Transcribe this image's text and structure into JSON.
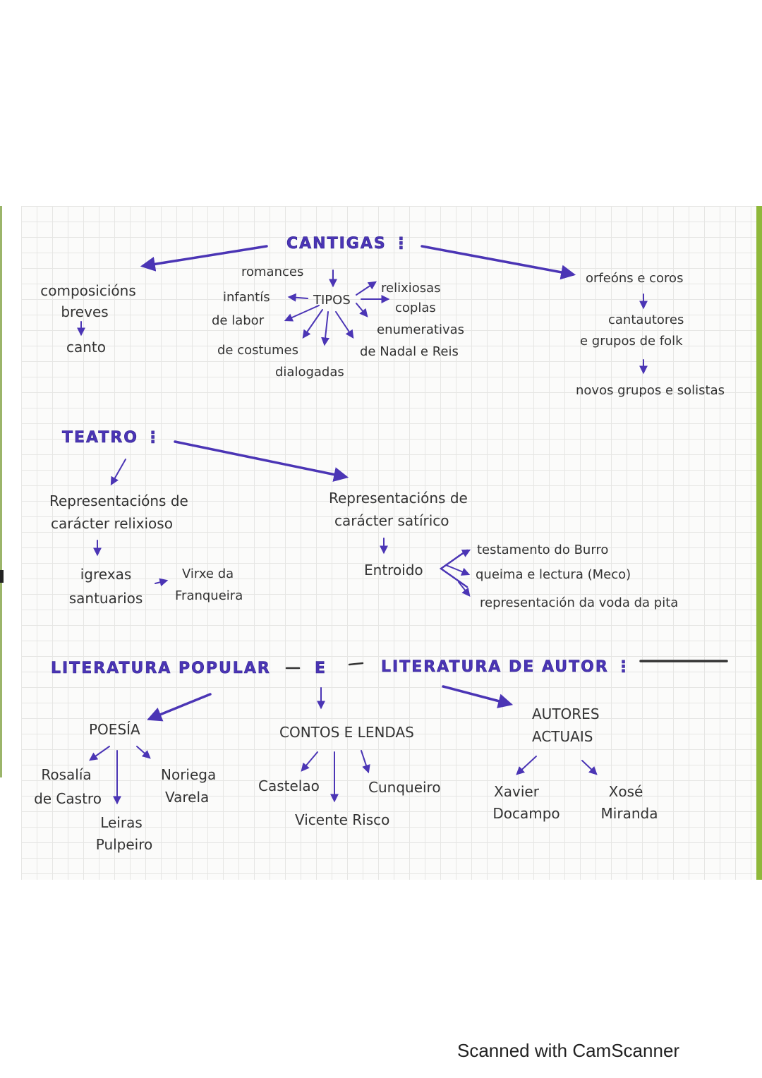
{
  "cantigas": {
    "title": "CANTIGAS",
    "left": {
      "line1": "composicións",
      "line2": "breves",
      "result": "canto"
    },
    "tipos_label": "TIPOS",
    "types": {
      "romances": "romances",
      "infantis": "infantís",
      "de_labor": "de labor",
      "de_costumes": "de costumes",
      "dialogadas": "dialogadas",
      "de_nadal": "de Nadal e Reis",
      "enumerativas": "enumerativas",
      "coplas": "coplas",
      "relixiosas": "relixiosas"
    },
    "right": {
      "orfeons": "orfeóns e coros",
      "cantautores": "cantautores",
      "grupos_folk": "e grupos de folk",
      "novos": "novos grupos e solistas"
    }
  },
  "teatro": {
    "title": "TEATRO",
    "relixioso": {
      "line1": "Representacións de",
      "line2": "carácter relixioso"
    },
    "igrexas": {
      "line1": "igrexas",
      "line2": "santuarios"
    },
    "virxe": {
      "line1": "Virxe da",
      "line2": "Franqueira"
    },
    "satirico": {
      "line1": "Representacións de",
      "line2": "carácter satírico"
    },
    "entroido": "Entroido",
    "entroido_items": [
      "testamento do Burro",
      "queima e lectura (Meco)",
      "representación da voda da pita"
    ]
  },
  "literatura": {
    "popular": "LITERATURA POPULAR",
    "e": "E",
    "autor": "LITERATURA DE AUTOR",
    "poesia": {
      "title": "POESÍA",
      "rosalia": {
        "line1": "Rosalía",
        "line2": "de Castro"
      },
      "leiras": {
        "line1": "Leiras",
        "line2": "Pulpeiro"
      },
      "noriega": {
        "line1": "Noriega",
        "line2": "Varela"
      }
    },
    "contos": {
      "title": "CONTOS E LENDAS",
      "castelao": "Castelao",
      "risco": "Vicente Risco",
      "cunqueiro": "Cunqueiro"
    },
    "autores": {
      "title_line1": "AUTORES",
      "title_line2": "ACTUAIS",
      "docampo": {
        "line1": "Xavier",
        "line2": "Docampo"
      },
      "miranda": {
        "line1": "Xosé",
        "line2": "Miranda"
      }
    }
  },
  "footer": "Scanned with CamScanner",
  "colors": {
    "ink": "#333333",
    "accent": "#4b35b5",
    "grid": "#e6e6e4",
    "edge": "#8fb83a"
  }
}
